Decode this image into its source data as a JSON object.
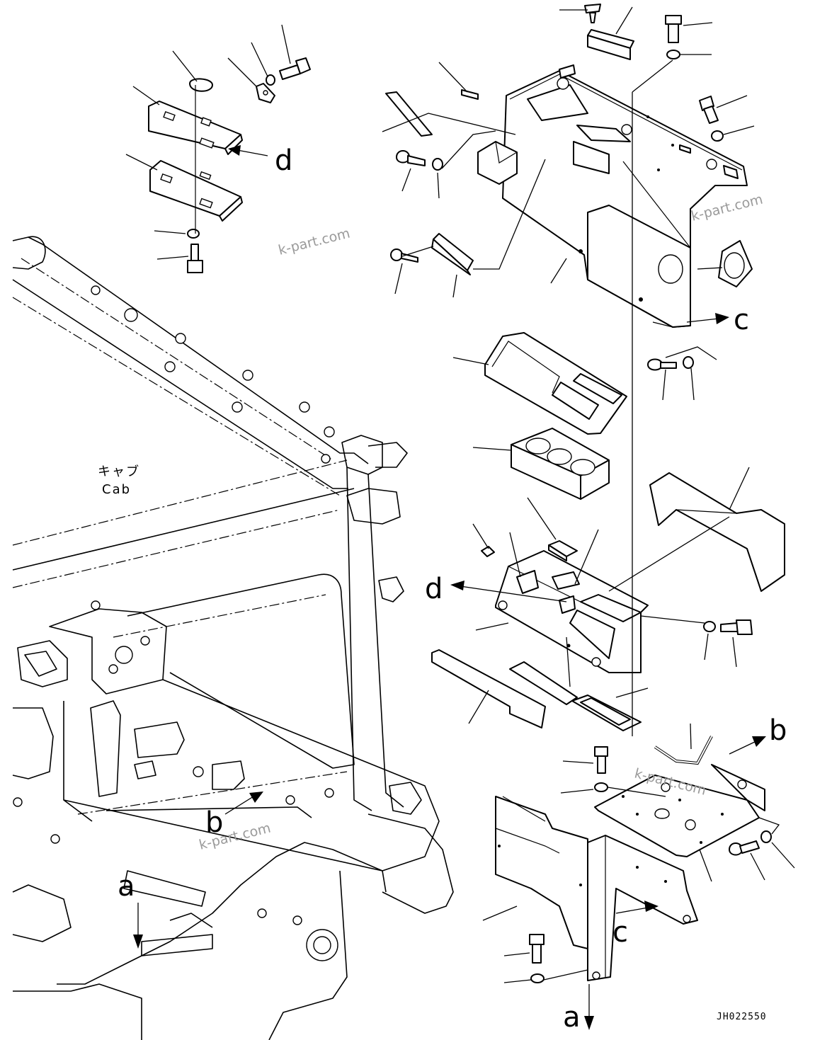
{
  "diagram": {
    "cab_label_jp": "キャブ",
    "cab_label_en": "Cab",
    "drawing_code": "JH022550",
    "watermark": "k-part.com",
    "ref_labels": {
      "a_top": "a",
      "a_bottom": "a",
      "b_left": "b",
      "b_right": "b",
      "c_top": "c",
      "c_bottom": "c",
      "d_top": "d",
      "d_mid": "d"
    }
  }
}
